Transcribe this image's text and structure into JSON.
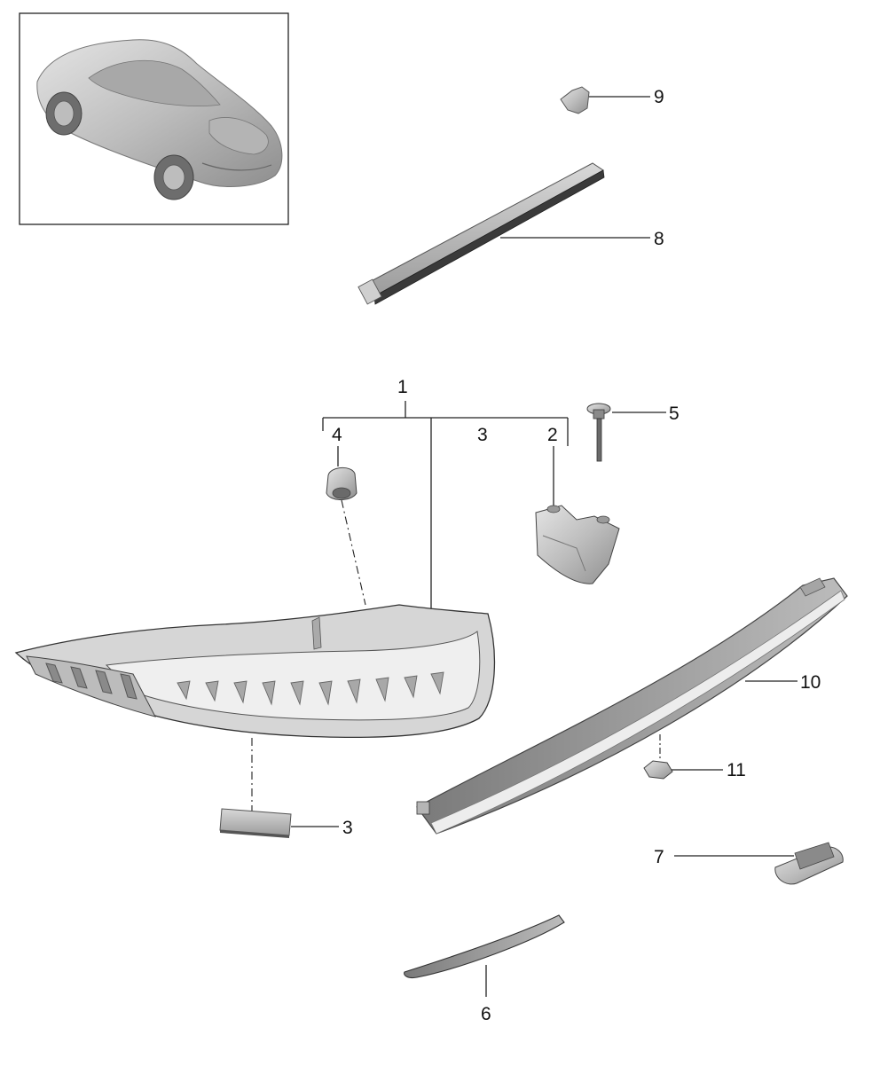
{
  "diagram": {
    "line_color": "#222222",
    "part_fill": "#c9c9c9",
    "part_shade": "#9a9a9a",
    "part_dark": "#555555",
    "callouts": [
      {
        "id": "c1",
        "text": "1"
      },
      {
        "id": "c2",
        "text": "2"
      },
      {
        "id": "c3a",
        "text": "3"
      },
      {
        "id": "c3b",
        "text": "3"
      },
      {
        "id": "c4",
        "text": "4"
      },
      {
        "id": "c5",
        "text": "5"
      },
      {
        "id": "c6",
        "text": "6"
      },
      {
        "id": "c7",
        "text": "7"
      },
      {
        "id": "c8",
        "text": "8"
      },
      {
        "id": "c9",
        "text": "9"
      },
      {
        "id": "c10",
        "text": "10"
      },
      {
        "id": "c11",
        "text": "11"
      }
    ]
  }
}
